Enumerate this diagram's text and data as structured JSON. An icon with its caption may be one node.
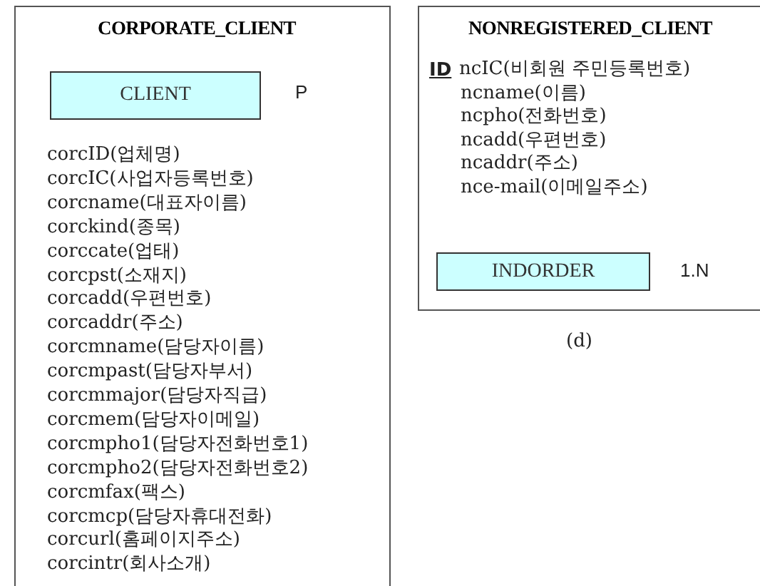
{
  "diagram": {
    "nodes": [
      {
        "text": [
          "CORPORATE_CLIENT",
          "corcID(업체명)",
          "corcIC(사업자등록번호)",
          "corcname(대표자이름)",
          "corckind(종목)",
          "corccate(업태)",
          "corcpst(소재지)",
          "corcadd(우편번호)",
          "corcaddr(주소)",
          "corcmname(담당자이름)",
          "corcmpast(담당자부서)",
          "corcmmajor(담당자직급)",
          "corcmem(담당자이메일)",
          "corcmpho1(담당자전화번호1)",
          "corcmpho2(담당자전화번호2)",
          "corcmfax(팩스)",
          "corcmcp(담당자휴대전화)",
          "corcurl(홈페이지주소)",
          "corcintr(회사소개)"
        ]
      },
      {
        "text": [
          "CLIENT"
        ],
        "in": 0,
        "beside": [
          "P"
        ]
      },
      {
        "text": [
          "NONREGISTERED_CLIENT",
          "ID",
          "ncIC(비회원 주민등록번호)",
          "ncname(이름)",
          "ncpho(전화번호)",
          "ncadd(우편번호)",
          "ncaddr(주소)",
          "nce-mail(이메일주소)"
        ]
      },
      {
        "text": [
          "INDORDER"
        ],
        "in": 2,
        "beside": [
          "1.N"
        ]
      }
    ],
    "edges": [],
    "labels": [
      "(d)"
    ]
  }
}
